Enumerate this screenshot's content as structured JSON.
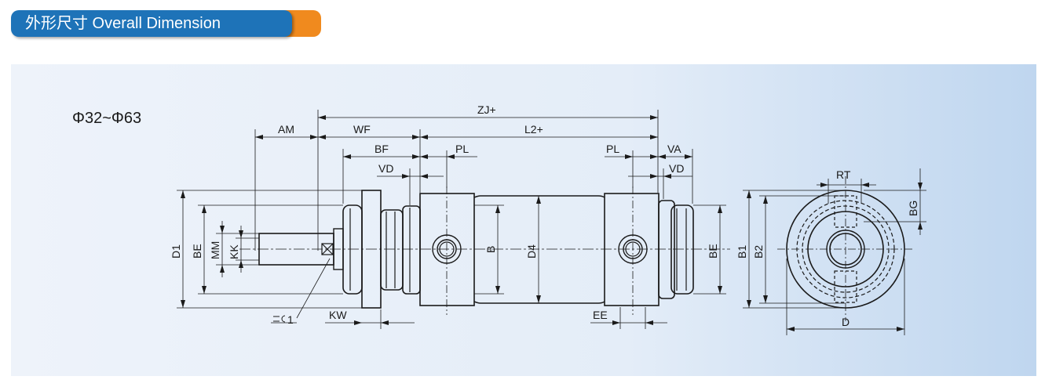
{
  "header": {
    "title": "外形尺寸 Overall Dimension"
  },
  "drawing": {
    "model_range": "Φ32~Φ63",
    "labels": {
      "zj": "ZJ+",
      "am": "AM",
      "wf": "WF",
      "l2": "L2+",
      "bf": "BF",
      "pl_left": "PL",
      "pl_right": "PL",
      "va": "VA",
      "vd_left": "VD",
      "vd_right": "VD",
      "d1": "D1",
      "be_left": "BE",
      "mm": "MM",
      "kk": "KK",
      "b": "B",
      "d4": "D4",
      "be_right": "BE",
      "wrench": "1",
      "kw": "KW",
      "ee": "EE",
      "rt": "RT",
      "bg": "BG",
      "b1": "B1",
      "b2": "B2",
      "d": "D"
    }
  },
  "colors": {
    "header_blue": "#1e73b8",
    "header_orange": "#f08a1e",
    "panel_bg": "#e4edf8",
    "line": "#1a1a1a"
  }
}
